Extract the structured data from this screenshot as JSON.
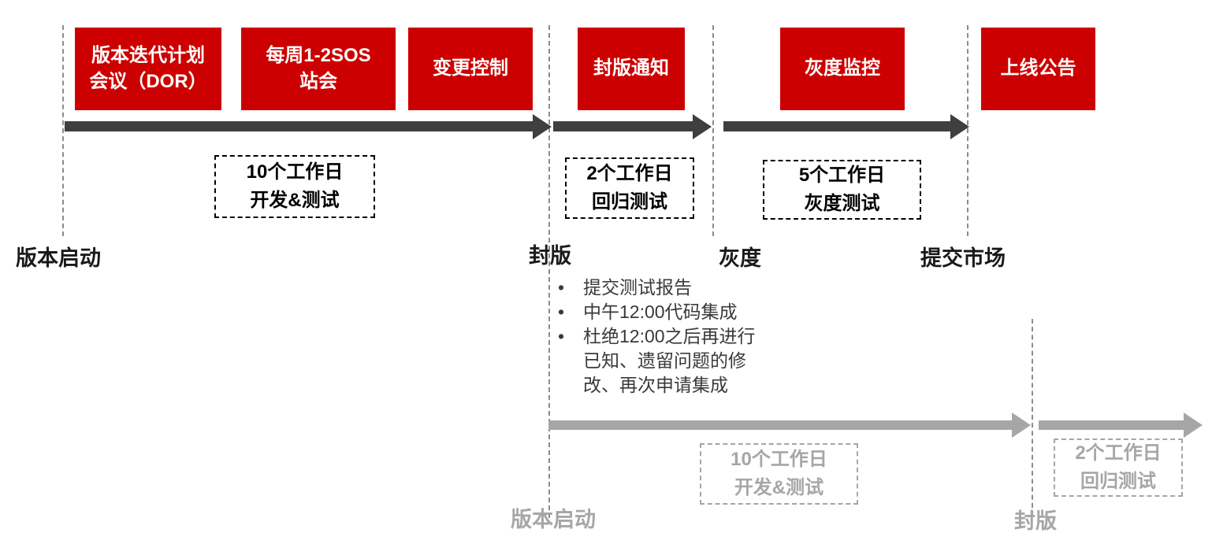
{
  "colors": {
    "box_red": "#cc0000",
    "arrow_dark": "#3f3f3f",
    "arrow_gray": "#a6a6a6",
    "gray_text": "#a6a6a6"
  },
  "process_boxes": [
    {
      "label": "版本迭代计划\n会议（DOR）"
    },
    {
      "label": "每周1-2SOS\n站会"
    },
    {
      "label": "变更控制"
    },
    {
      "label": "封版通知"
    },
    {
      "label": "灰度监控"
    },
    {
      "label": "上线公告"
    }
  ],
  "duration_labels": [
    {
      "label": "10个工作日\n开发&测试"
    },
    {
      "label": "2个工作日\n回归测试"
    },
    {
      "label": "5个工作日\n灰度测试"
    }
  ],
  "milestones": [
    {
      "label": "版本启动"
    },
    {
      "label": "封版"
    },
    {
      "label": "灰度"
    },
    {
      "label": "提交市场"
    }
  ],
  "notes": {
    "items": [
      "提交测试报告",
      "中午12:00代码集成",
      "杜绝12:00之后再进行已知、遗留问题的修改、再次申请集成"
    ]
  },
  "next_cycle": {
    "duration_labels": [
      {
        "label": "10个工作日\n开发&测试"
      },
      {
        "label": "2个工作日\n回归测试"
      }
    ],
    "milestones": [
      {
        "label": "版本启动"
      },
      {
        "label": "封版"
      }
    ]
  }
}
